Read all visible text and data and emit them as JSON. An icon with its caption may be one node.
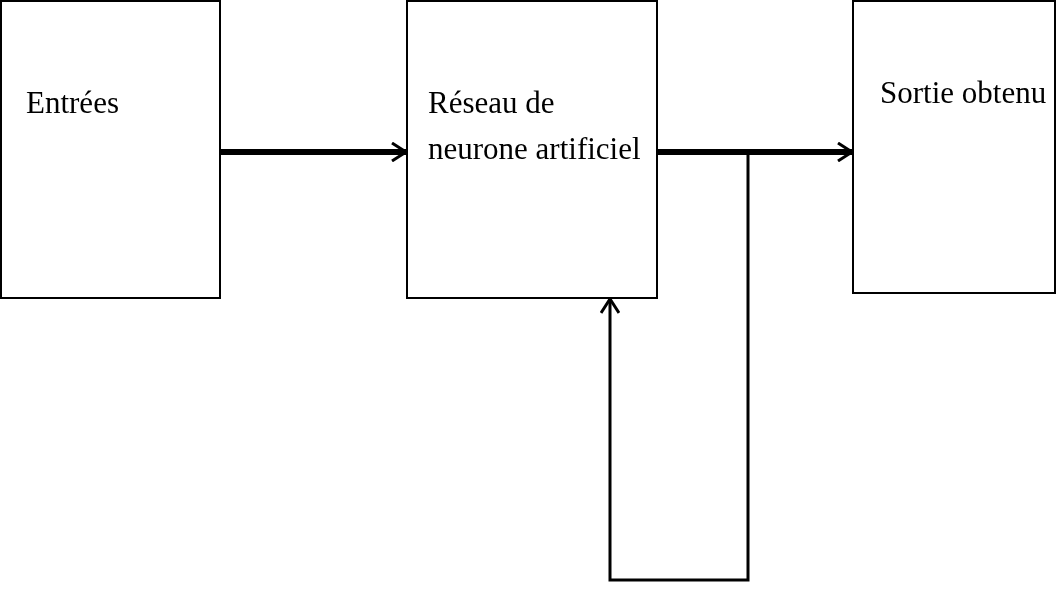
{
  "diagram": {
    "nodes": [
      {
        "text": [
          "Entrées"
        ]
      },
      {
        "text": [
          "Réseau de neurone artificiel"
        ]
      },
      {
        "text": [
          "Sortie obtenu"
        ]
      }
    ],
    "edges": [
      {
        "from": 0,
        "to": 1,
        "arrow": "to"
      },
      {
        "from": 1,
        "to": 2,
        "arrow": "to"
      },
      {
        "from": 1,
        "to": 1,
        "arrow": "to"
      }
    ]
  }
}
